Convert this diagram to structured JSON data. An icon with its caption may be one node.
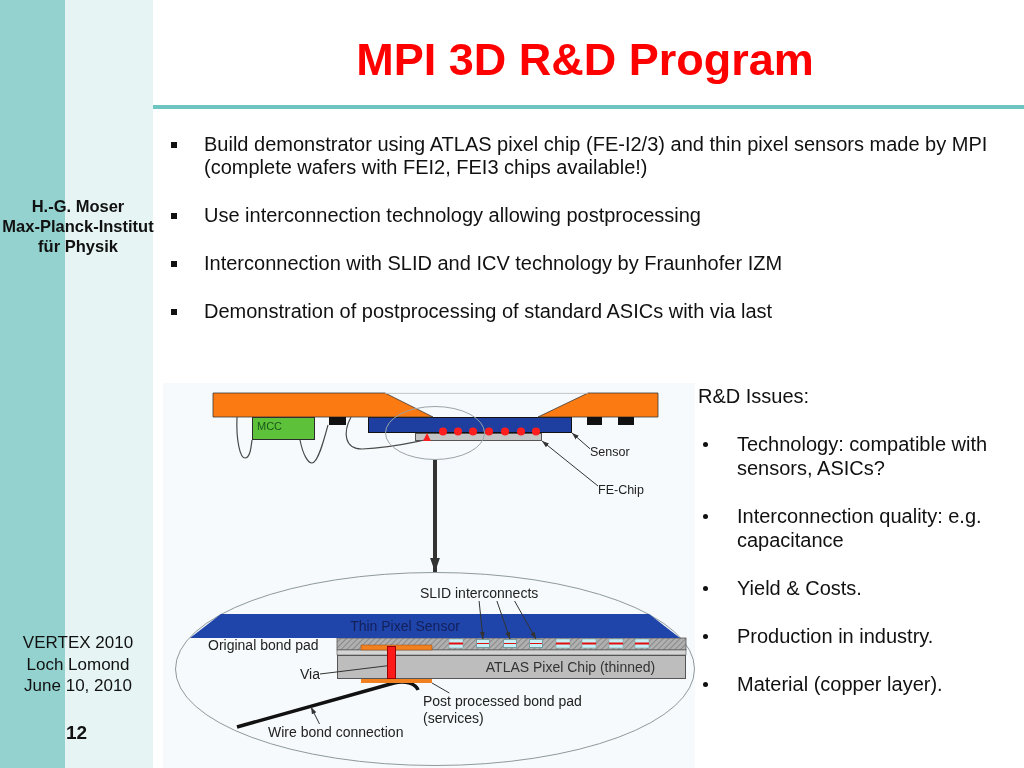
{
  "diagram": {
    "title": "MPI 3D R&D Program",
    "nodes": [
      {
        "text": [
          "MCC"
        ]
      },
      {
        "text": [
          "Sensor"
        ]
      },
      {
        "text": [],
        "shape": "bar"
      },
      {
        "text": [
          "FE-Chip"
        ]
      },
      {
        "text": [],
        "shape": "bar"
      },
      {
        "text": [],
        "shape": "ellipse"
      },
      {
        "text": [],
        "shape": "ellipse"
      },
      {
        "text": [
          "SLID interconnects"
        ],
        "in": 6
      },
      {
        "text": [],
        "shape": "box",
        "in": 6
      },
      {
        "text": [],
        "shape": "box",
        "in": 6
      },
      {
        "text": [],
        "shape": "box",
        "in": 6
      },
      {
        "text": [
          "Thin Pixel Sensor"
        ],
        "in": 6
      },
      {
        "text": [
          "ATLAS Pixel Chip (thinned)"
        ],
        "in": 6
      },
      {
        "text": [
          "Via"
        ],
        "in": 6
      },
      {
        "text": [],
        "shape": "bar",
        "in": 6
      },
      {
        "text": [
          "Post processed bond pad (services)"
        ],
        "in": 6
      },
      {
        "text": [],
        "shape": "bar",
        "in": 6
      },
      {
        "text": [
          "Wire bond connection"
        ],
        "in": 6
      }
    ],
    "edges": [
      {
        "from": 1,
        "to": 2,
        "arrow": "to"
      },
      {
        "from": 3,
        "to": 4,
        "arrow": "to"
      },
      {
        "from": 5,
        "to": 6,
        "arrow": "to",
        "style": "thick"
      },
      {
        "from": 7,
        "to": 8,
        "arrow": "to"
      },
      {
        "from": 7,
        "to": 9,
        "arrow": "to"
      },
      {
        "from": 7,
        "to": 10,
        "arrow": "to"
      },
      {
        "from": 13,
        "to": 14,
        "arrow": "none"
      },
      {
        "from": 15,
        "to": 16,
        "arrow": "none"
      },
      {
        "from": 17,
        "to": null,
        "arrow": "to"
      }
    ],
    "labels": [
      "H.-G. Moser",
      "Max-Planck-Institut für Physik",
      "Build demonstrator using ATLAS pixel chip (FE-I2/3) and thin pixel sensors made by MPI (complete wafers with FEI2, FEI3 chips available!)",
      "Use interconnection technology allowing postprocessing",
      "Interconnection with SLID and ICV technology by Fraunhofer IZM",
      "Demonstration of postprocessing of standard ASICs with via last",
      "R&D Issues:",
      "Technology: compatible with sensors, ASICs?",
      "Interconnection quality: e.g. capacitance",
      "Yield & Costs.",
      "Production in industry.",
      "Material (copper layer).",
      "Original bond pad",
      "VERTEX 2010",
      "Loch Lomond",
      "June 10, 2010",
      "12"
    ]
  }
}
